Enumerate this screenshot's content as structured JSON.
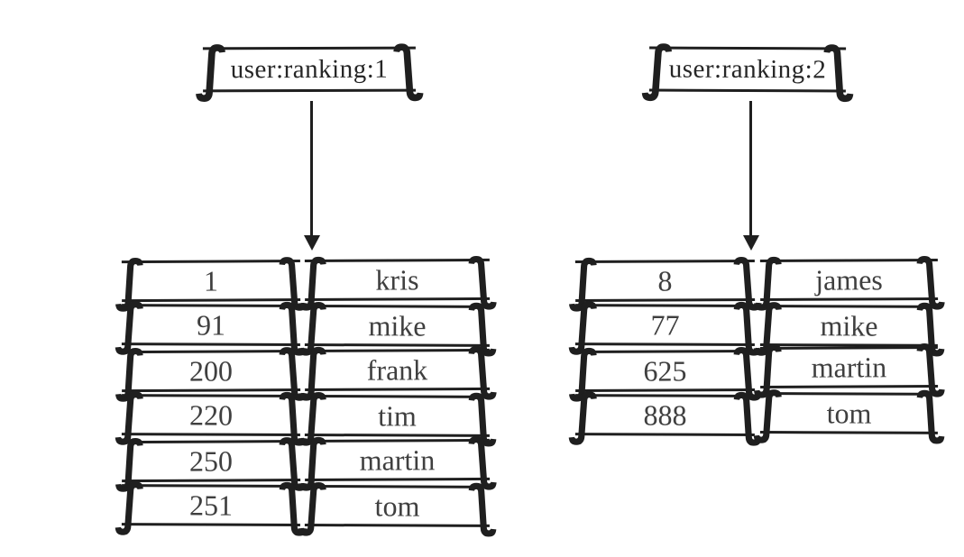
{
  "colors": {
    "ink": "#1f1f1f",
    "text": "#3f3f3f",
    "background": "#ffffff"
  },
  "sets": [
    {
      "key": "user:ranking:1",
      "members": [
        {
          "score": "1",
          "member": "kris"
        },
        {
          "score": "91",
          "member": "mike"
        },
        {
          "score": "200",
          "member": "frank"
        },
        {
          "score": "220",
          "member": "tim"
        },
        {
          "score": "250",
          "member": "martin"
        },
        {
          "score": "251",
          "member": "tom"
        }
      ]
    },
    {
      "key": "user:ranking:2",
      "members": [
        {
          "score": "8",
          "member": "james"
        },
        {
          "score": "77",
          "member": "mike"
        },
        {
          "score": "625",
          "member": "martin"
        },
        {
          "score": "888",
          "member": "tom"
        }
      ]
    }
  ]
}
